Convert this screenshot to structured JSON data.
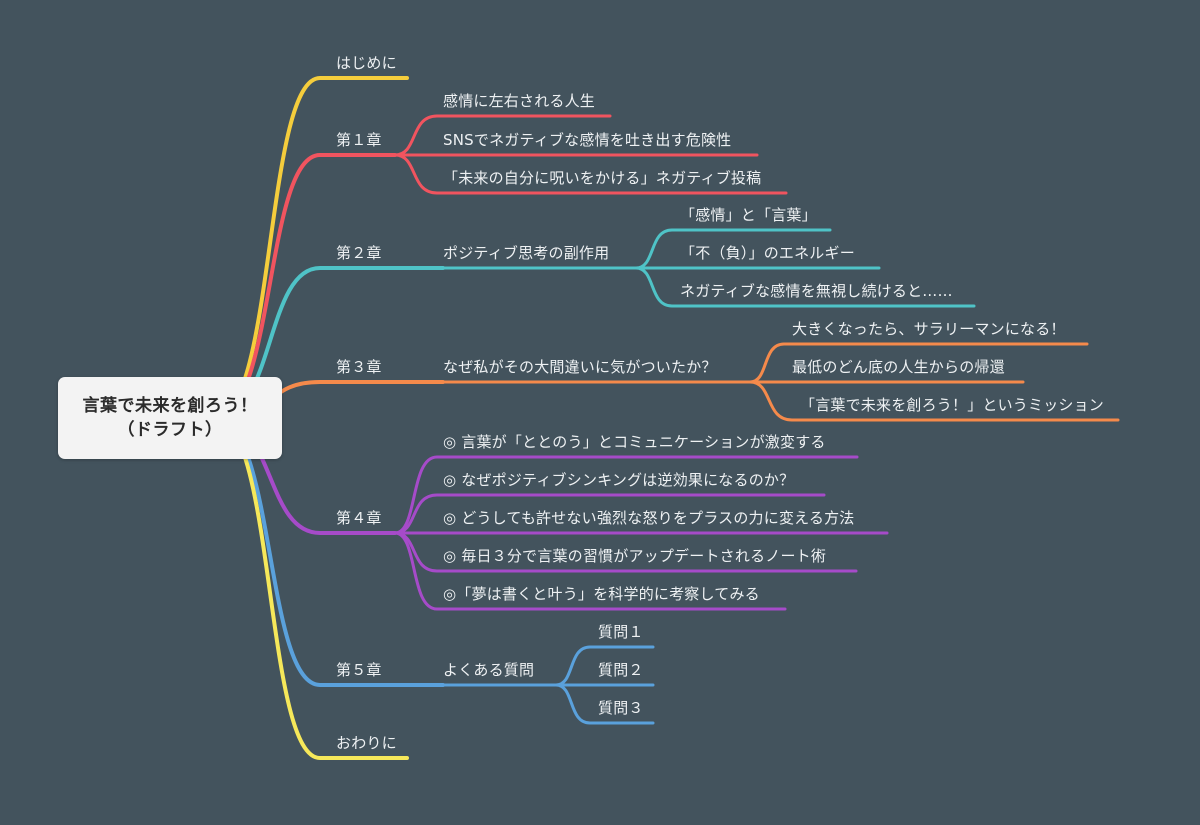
{
  "root": {
    "line1": "言葉で未来を創ろう！",
    "line2": "（ドラフト）"
  },
  "colors": {
    "background": "#43535d",
    "yellow": "#f5cd3c",
    "red": "#f1545f",
    "teal": "#4fc3c7",
    "orange": "#f58a4b",
    "purple": "#a64bc9",
    "blue": "#5aa1dc",
    "lightYellow": "#f6e85a"
  },
  "branches": [
    {
      "id": "intro",
      "label": "はじめに",
      "color": "yellow",
      "children": []
    },
    {
      "id": "ch1",
      "label": "第１章",
      "color": "red",
      "children": [
        {
          "label": "感情に左右される人生",
          "children": []
        },
        {
          "label": "SNSでネガティブな感情を吐き出す危険性",
          "children": []
        },
        {
          "label": "「未来の自分に呪いをかける」ネガティブ投稿",
          "children": []
        }
      ]
    },
    {
      "id": "ch2",
      "label": "第２章",
      "color": "teal",
      "children": [
        {
          "label": "ポジティブ思考の副作用",
          "children": [
            {
              "label": "「感情」と「言葉」"
            },
            {
              "label": "「不（負）」のエネルギー"
            },
            {
              "label": "ネガティブな感情を無視し続けると……"
            }
          ]
        }
      ]
    },
    {
      "id": "ch3",
      "label": "第３章",
      "color": "orange",
      "children": [
        {
          "label": "なぜ私がその大間違いに気がついたか？",
          "children": [
            {
              "label": "大きくなったら、サラリーマンになる！"
            },
            {
              "label": "最低のどん底の人生からの帰還"
            },
            {
              "label": "「言葉で未来を創ろう！」というミッション"
            }
          ]
        }
      ]
    },
    {
      "id": "ch4",
      "label": "第４章",
      "color": "purple",
      "children": [
        {
          "label": "◎ 言葉が「ととのう」とコミュニケーションが激変する",
          "children": []
        },
        {
          "label": "◎ なぜポジティブシンキングは逆効果になるのか？",
          "children": []
        },
        {
          "label": "◎ どうしても許せない強烈な怒りをプラスの力に変える方法",
          "children": []
        },
        {
          "label": "◎ 毎日３分で言葉の習慣がアップデートされるノート術",
          "children": []
        },
        {
          "label": "◎「夢は書くと叶う」を科学的に考察してみる",
          "children": []
        }
      ]
    },
    {
      "id": "ch5",
      "label": "第５章",
      "color": "blue",
      "children": [
        {
          "label": "よくある質問",
          "children": [
            {
              "label": "質問１"
            },
            {
              "label": "質問２"
            },
            {
              "label": "質問３"
            }
          ]
        }
      ]
    },
    {
      "id": "outro",
      "label": "おわりに",
      "color": "lightYellow",
      "children": []
    }
  ]
}
